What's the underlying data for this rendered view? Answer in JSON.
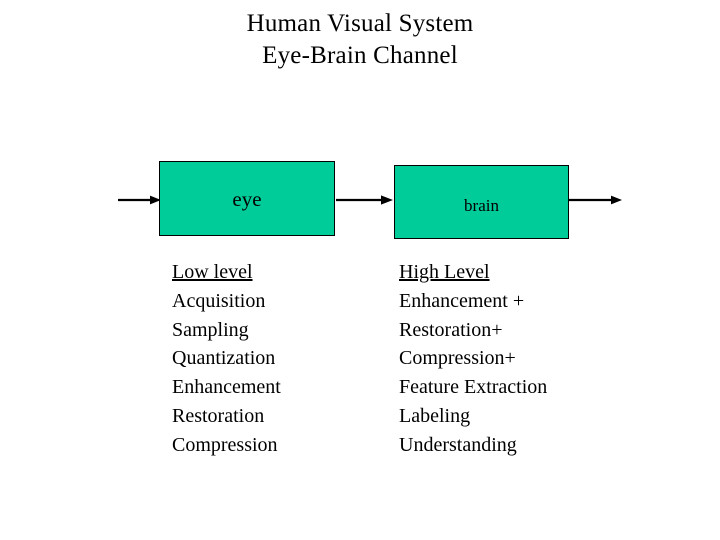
{
  "slide": {
    "background_color": "#FFFFFF",
    "title": {
      "line1": "Human Visual System",
      "line2": "Eye-Brain Channel"
    },
    "boxes": [
      {
        "id": "eye",
        "label": "eye",
        "fill_color": "#00CC99",
        "border_color": "#000000"
      },
      {
        "id": "brain",
        "label": "brain",
        "fill_color": "#00CC99",
        "border_color": "#000000"
      }
    ],
    "arrows": [
      {
        "id": "input",
        "icon": "arrow-right-icon",
        "color": "#000000"
      },
      {
        "id": "eye-brain",
        "icon": "arrow-right-icon",
        "color": "#000000"
      },
      {
        "id": "output",
        "icon": "arrow-right-icon",
        "color": "#000000"
      }
    ],
    "columns": {
      "low": {
        "heading": "Low level",
        "items": [
          "Acquisition",
          "Sampling",
          "Quantization",
          "Enhancement",
          "Restoration",
          "Compression"
        ]
      },
      "high": {
        "heading": "High Level",
        "items": [
          "Enhancement +",
          "Restoration+",
          "Compression+",
          "Feature Extraction",
          "Labeling",
          "Understanding"
        ]
      }
    }
  }
}
